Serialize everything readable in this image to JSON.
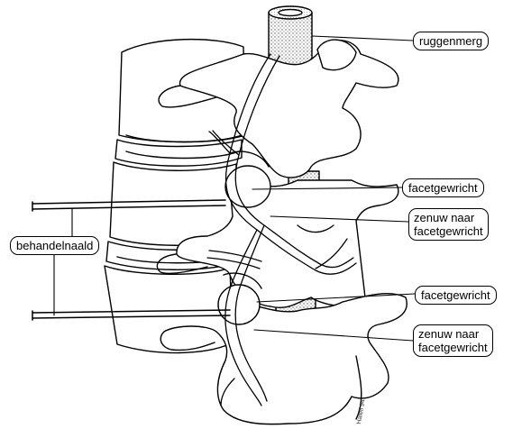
{
  "labels": {
    "ruggenmerg": "ruggenmerg",
    "facet1": "facetgewricht",
    "nerve1_line1": "zenuw naar",
    "nerve1_line2": "facetgewricht",
    "needle": "behandelnaald",
    "facet2": "facetgewricht",
    "nerve2_line1": "zenuw naar",
    "nerve2_line2": "facetgewricht"
  },
  "signature": "Hafell 94",
  "colors": {
    "ink": "#000000",
    "paper": "#ffffff",
    "stipple": "#9a9a9a"
  }
}
